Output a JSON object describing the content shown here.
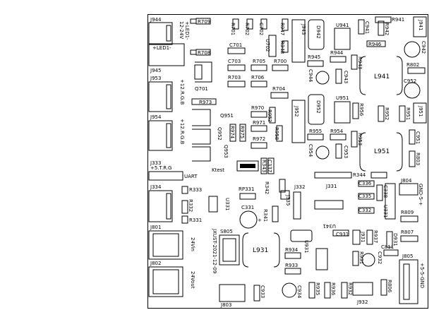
{
  "board": {
    "connectors": {
      "j944": "J944",
      "j945": "J945",
      "j953": "J953",
      "j954": "J954",
      "j333": "J333",
      "j334": "J334",
      "j801": "J801",
      "j802": "J802",
      "j803": "J803",
      "j804": "J804",
      "j805": "J805",
      "j931": "J931",
      "j932": "J932",
      "j941": "J941",
      "j943": "J943",
      "j951": "J951",
      "j952": "J952",
      "j331": "J331",
      "j332": "J332",
      "j335": "J335"
    },
    "connector_notes": {
      "v12_24": "12-24V",
      "led1_plus": "+LED1-",
      "led1_minus": "+LED1-",
      "rgb1": "+12.R.G.B",
      "rgb2": "+12.R.G.B",
      "strg": "+5.T.R.G",
      "uart": "UART",
      "vin24": "24Vin",
      "vout24": "24Vout",
      "gnd_top": "GND-5-+",
      "gnd_bottom": "+5-5-GND",
      "test": "Ktest",
      "date": "JXUST-2021-12-09"
    },
    "resistors": {
      "r709": "R709",
      "r708": "R708",
      "r701": "R701",
      "r702": "R702",
      "r703": "R703",
      "r704": "R704",
      "r705": "R705",
      "r706": "R706",
      "r700": "R700",
      "r947": "R947",
      "r948": "R948",
      "r941": "R941",
      "r942": "R942",
      "r943": "R943",
      "r944": "R944",
      "r945": "R945",
      "r946": "R946",
      "r802": "R802",
      "r973": "R973",
      "r970": "R970",
      "r971": "R971",
      "r972": "R972",
      "r974": "R974",
      "r975": "R975",
      "r952": "R952",
      "r951": "R951",
      "r953": "R953",
      "r954": "R954",
      "r955": "R955",
      "r956": "R956",
      "r958": "R958",
      "r333": "R333",
      "r332": "R332",
      "r331": "R331",
      "r341": "R341",
      "r342": "R342",
      "r343": "R343",
      "r344": "R344",
      "r809": "R809",
      "r807": "R807",
      "r931": "R931",
      "r932": "R932",
      "r933": "R933",
      "r934": "R934",
      "r935": "R935",
      "r936": "R936",
      "r937": "R937",
      "r803": "R803",
      "rp331": "RP331",
      "r806": "R806"
    },
    "capacitors": {
      "c701": "C701",
      "c702": "C702",
      "c703": "C703",
      "c941": "C941",
      "c942": "C942",
      "c943": "C943",
      "c944": "C944",
      "c951": "C951",
      "c952": "C952",
      "c953": "C953",
      "c954": "C954",
      "c331": "C331",
      "c332": "C332",
      "c335": "C335",
      "c336": "C336",
      "c337": "C337",
      "c338": "C338",
      "c931": "C931",
      "c932": "C932",
      "c933": "C933",
      "c934": "C934",
      "c811": "C811"
    },
    "semis": {
      "q701": "Q701",
      "q951": "Q951",
      "q952": "Q952",
      "q953": "Q953",
      "d942": "D942",
      "d952": "D952",
      "d931": "D931",
      "u941": "U941",
      "u951": "U951",
      "u931": "U931",
      "u702": "U702",
      "u341": "U341",
      "u331": "U331",
      "u931b": "U931",
      "s805": "S805"
    },
    "inductors": {
      "l941": "L941",
      "l951": "L951",
      "l931": "L931"
    },
    "polarity": {
      "plus": "+"
    }
  }
}
